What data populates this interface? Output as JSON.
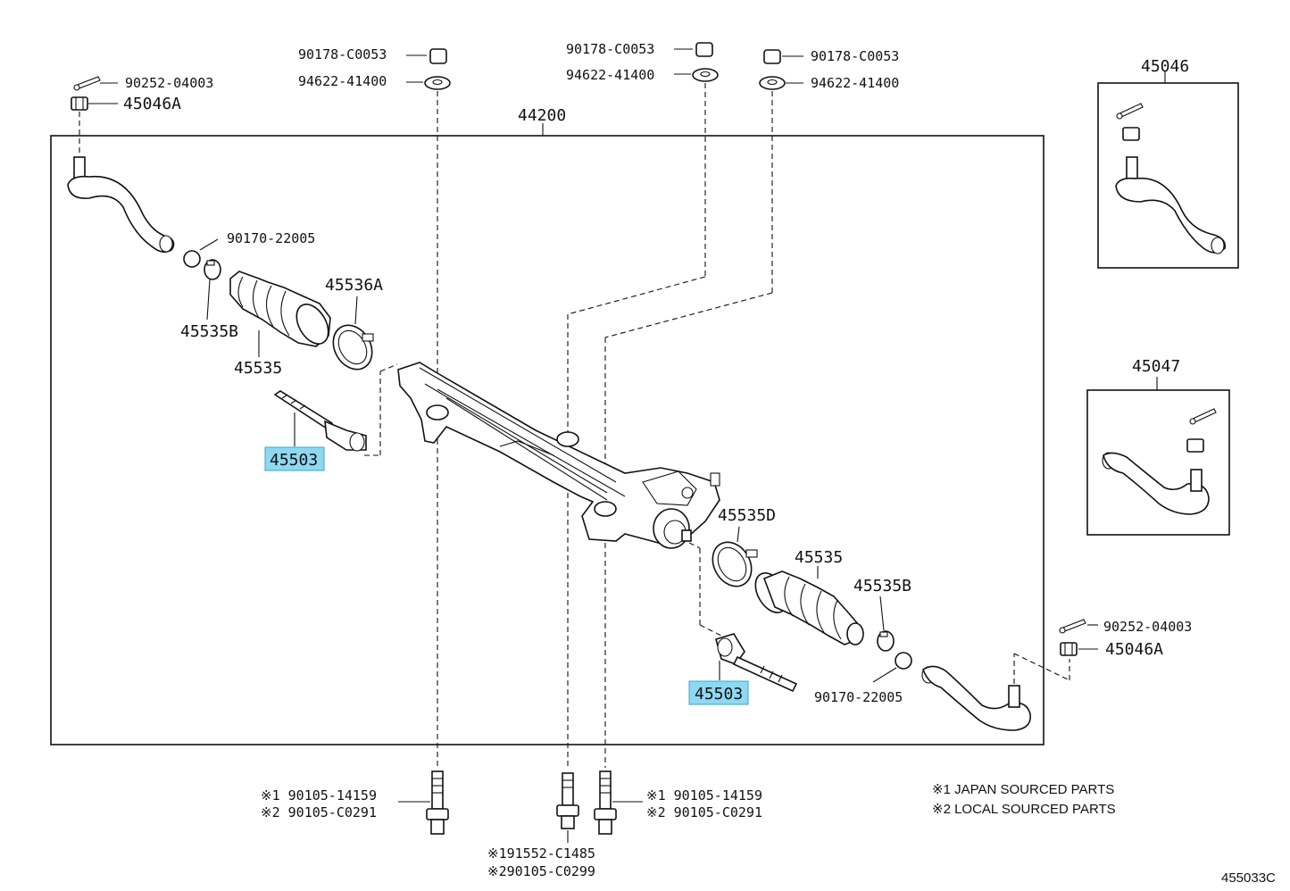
{
  "diagram_code": "455033C",
  "assembly": {
    "label": "44200"
  },
  "parts": {
    "cotter_pin": "90252-04003",
    "castle_nut": "45046A",
    "nut": "90178-C0053",
    "washer": "94622-41400",
    "clip": "90170-22005",
    "boot_clamp_a": "45536A",
    "boot_clamp_b": "45535B",
    "boot_clamp_d": "45535D",
    "boot": "45535",
    "inner_tie_rod": "45503",
    "tie_rod_end_lh": "45046",
    "tie_rod_end_rh": "45047"
  },
  "bolts": {
    "left_1": "※1 90105-14159",
    "left_2": "※2 90105-C0291",
    "right_1": "※1 90105-14159",
    "right_2": "※2 90105-C0291",
    "center_1": "※191552-C1485",
    "center_2": "※290105-C0299"
  },
  "notes": {
    "note_1": "※1 JAPAN SOURCED PARTS",
    "note_2": "※2 LOCAL SOURCED PARTS"
  },
  "colors": {
    "highlight": "#8fd8f2",
    "line": "#111111"
  }
}
